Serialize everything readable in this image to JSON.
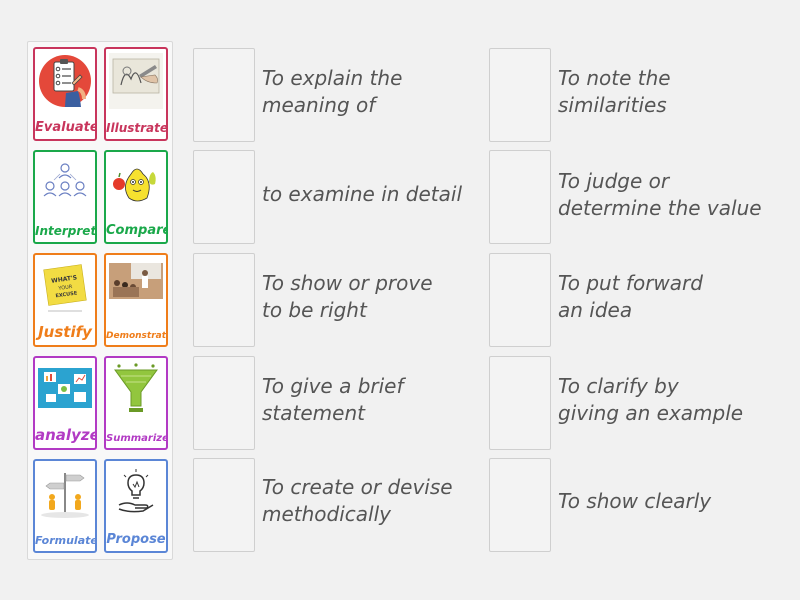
{
  "cards": [
    {
      "label": "Evaluate",
      "icon": "evaluate-checklist-icon",
      "color": "#c8355c"
    },
    {
      "label": "Illustrate",
      "icon": "illustrate-hand-drawing-icon",
      "color": "#c8355c"
    },
    {
      "label": "Interpret",
      "icon": "interpret-people-icon",
      "color": "#1aa84a"
    },
    {
      "label": "Compare",
      "icon": "compare-apple-pear-icon",
      "color": "#1aa84a"
    },
    {
      "label": "Justify",
      "icon": "justify-sticky-note-icon",
      "color": "#ef7d1a"
    },
    {
      "label": "Demonstrate",
      "icon": "demonstrate-classroom-icon",
      "color": "#ef7d1a"
    },
    {
      "label": "analyze",
      "icon": "analyze-charts-icon",
      "color": "#b23ac4"
    },
    {
      "label": "Summarize",
      "icon": "summarize-funnel-icon",
      "color": "#b23ac4"
    },
    {
      "label": "Formulate",
      "icon": "formulate-signpost-icon",
      "color": "#5b86d6"
    },
    {
      "label": "Propose",
      "icon": "propose-lightbulb-hand-icon",
      "color": "#5b86d6"
    }
  ],
  "definitions_left": [
    "To explain the\nmeaning of",
    "to examine in detail",
    "To show or prove\nto be right",
    "To give a brief\nstatement",
    "To create or devise\nmethodically"
  ],
  "definitions_right": [
    "To note the\nsimilarities",
    "To judge or\ndetermine the value",
    "To put forward\nan idea",
    "To clarify by\n giving an example",
    "To show clearly"
  ],
  "sticky_note_text": "WHAT'S YOUR EXCUSE"
}
